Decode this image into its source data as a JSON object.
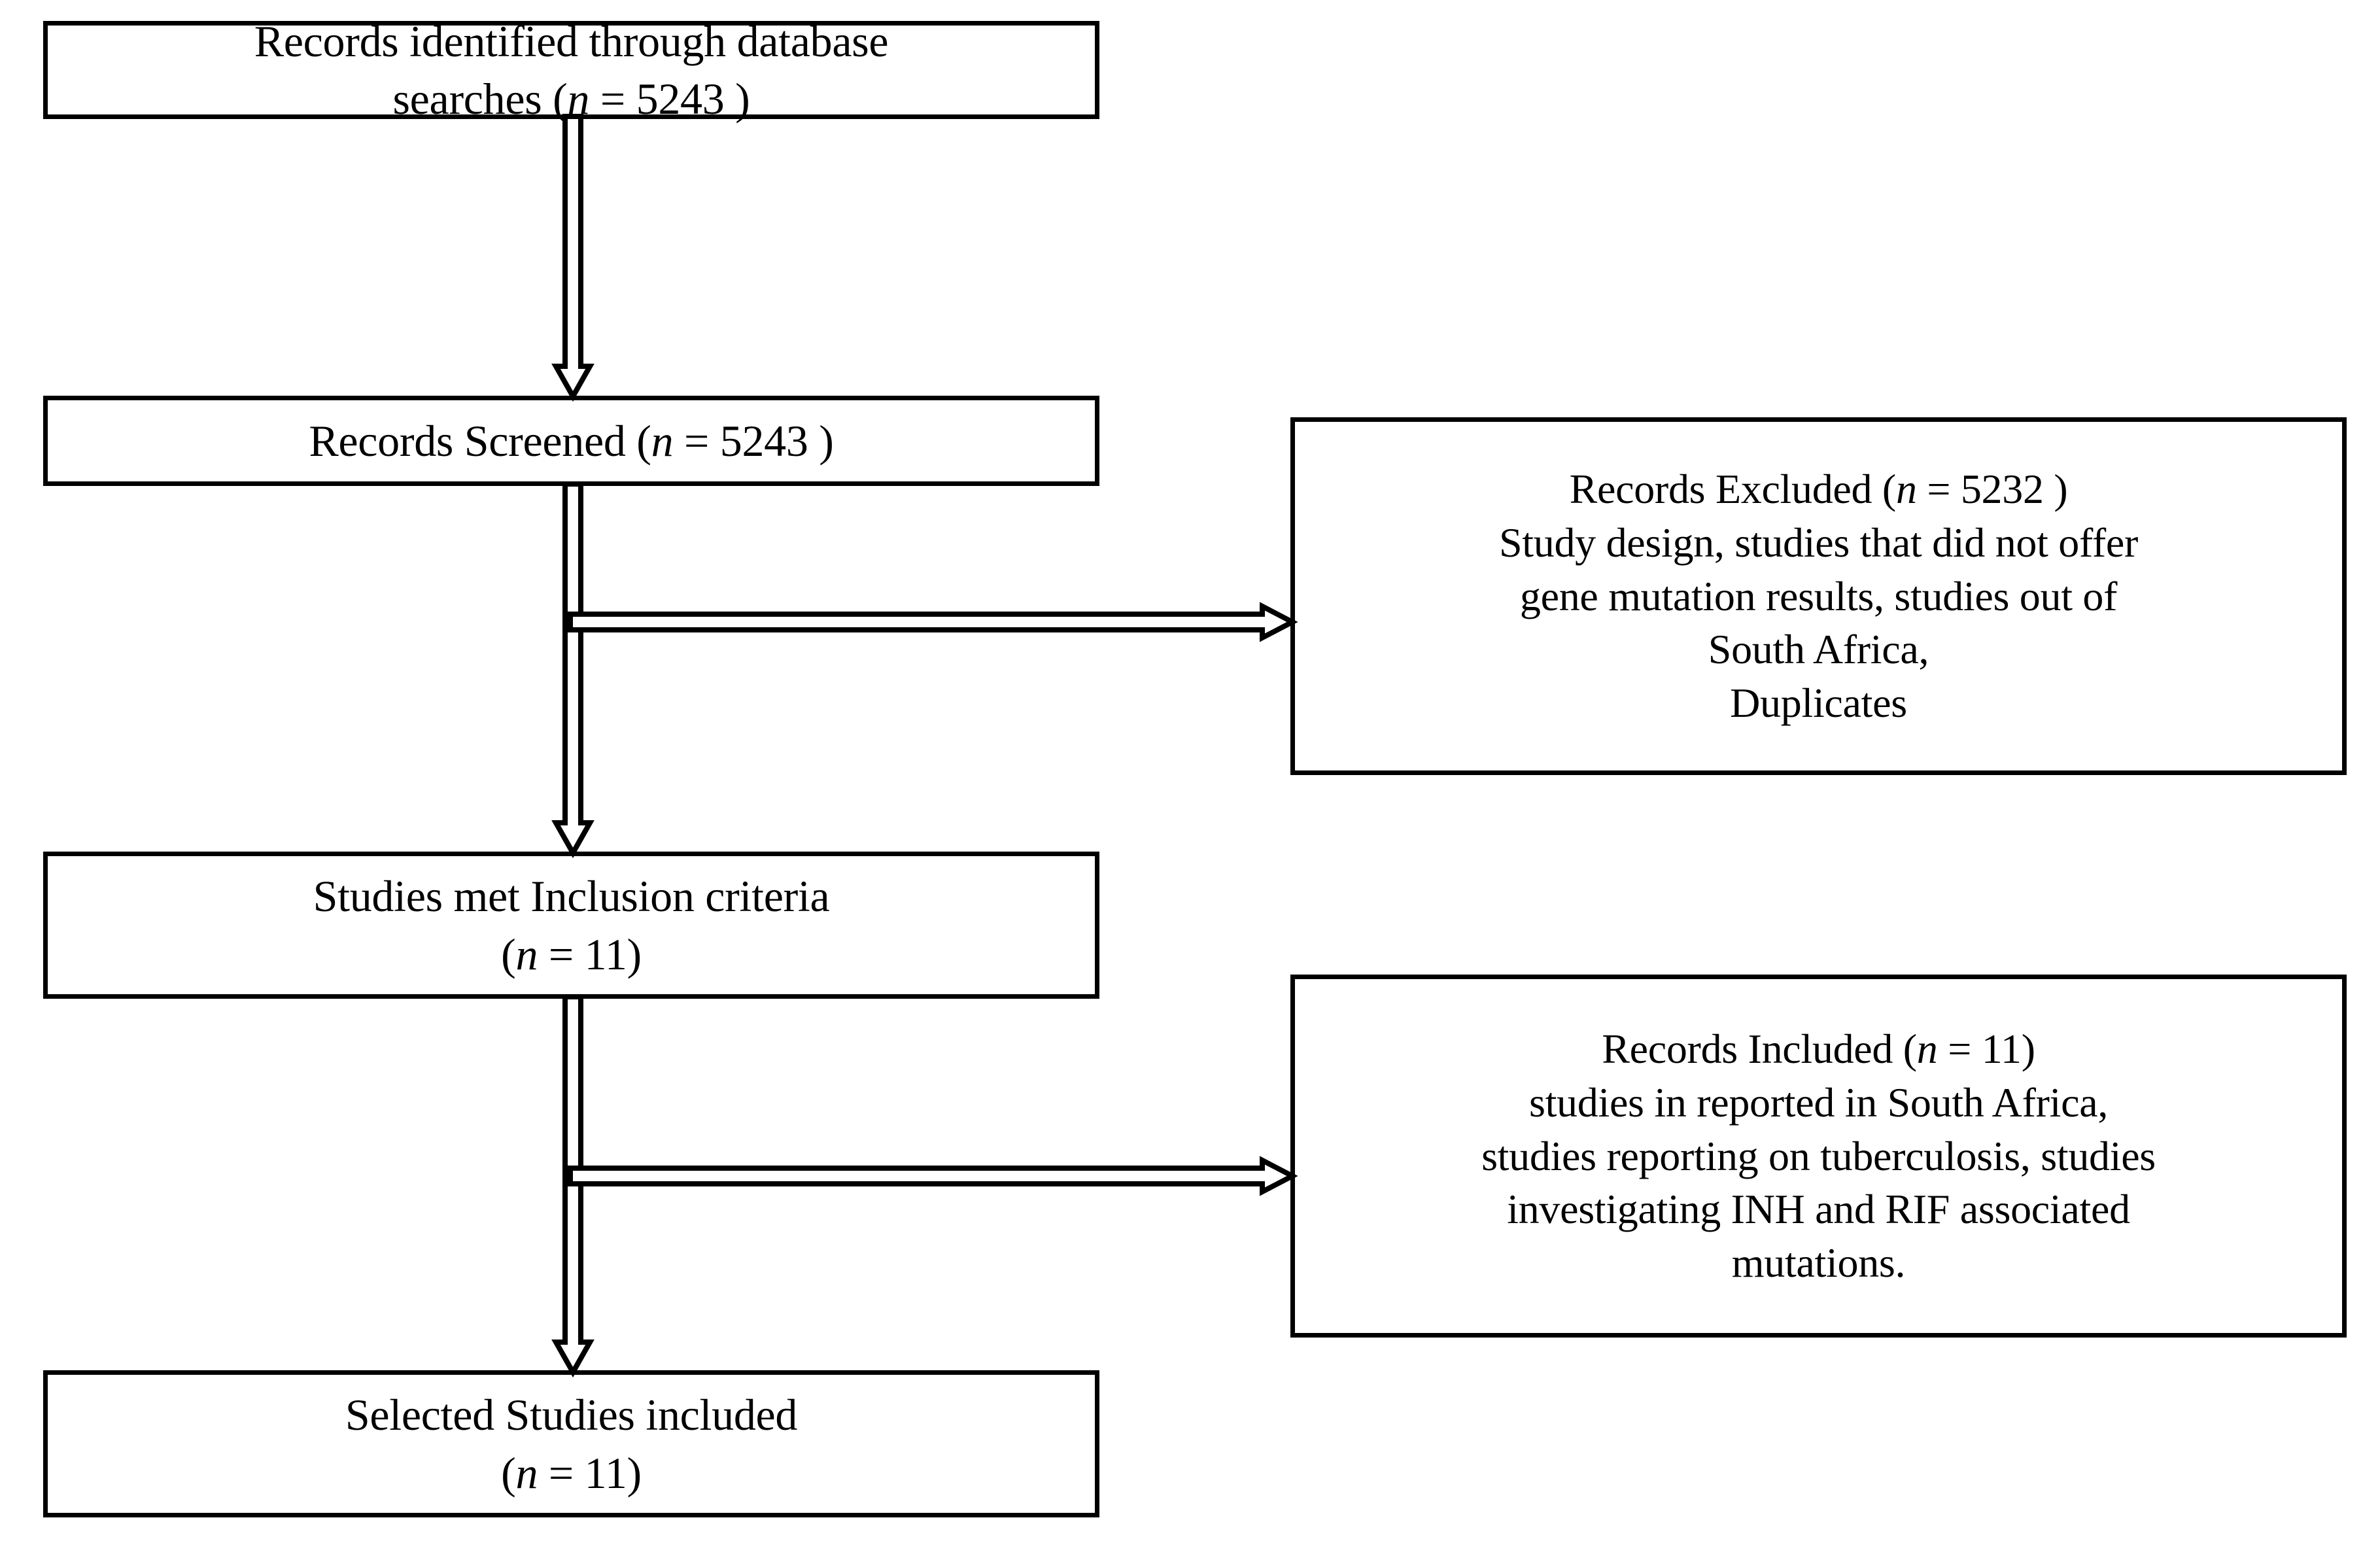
{
  "diagram": {
    "title": "PRISMA study selection flow diagram",
    "background_color": "#ffffff",
    "line_color": "#000000",
    "text_color": "#000000"
  },
  "nodes": {
    "identified": {
      "id": "records-identified",
      "line1": "Records identified through database",
      "line2_prefix": "searches (",
      "n_symbol": "n",
      "line2_suffix": " = 5243 )",
      "count": "5243"
    },
    "screened": {
      "id": "records-screened",
      "prefix": "Records Screened (",
      "n_symbol": "n",
      "suffix": " = 5243 )",
      "count": "5243"
    },
    "inclusion": {
      "id": "studies-met-inclusion-criteria",
      "line1": "Studies met Inclusion criteria",
      "line2_prefix": "(",
      "n_symbol": "n",
      "line2_suffix": " = 11)",
      "count": "11"
    },
    "selected": {
      "id": "selected-studies-included",
      "line1": "Selected Studies included",
      "line2_prefix": "(",
      "n_symbol": "n",
      "line2_suffix": " = 11)",
      "count": "11"
    },
    "excluded": {
      "id": "records-excluded",
      "heading_prefix": "Records Excluded (",
      "n_symbol": "n",
      "heading_suffix": " = 5232 )",
      "count": "5232",
      "body": "Study design, studies that did not offer\ngene mutation results, studies out of\nSouth Africa,\nDuplicates"
    },
    "included": {
      "id": "records-included",
      "heading_prefix": "Records Included (",
      "n_symbol": "n",
      "heading_suffix": " = 11)",
      "count": "11",
      "body": "studies in reported in South Africa,\nstudies reporting on tuberculosis, studies\ninvestigating INH and RIF associated\nmutations."
    }
  },
  "arrows": [
    {
      "id": "arrow-identified-to-screened",
      "direction": "down",
      "from": "identified",
      "to": "screened"
    },
    {
      "id": "arrow-screened-to-inclusion",
      "direction": "down",
      "from": "screened",
      "to": "inclusion"
    },
    {
      "id": "arrow-screened-to-excluded",
      "direction": "right",
      "from": "screened",
      "to": "excluded"
    },
    {
      "id": "arrow-inclusion-to-selected",
      "direction": "down",
      "from": "inclusion",
      "to": "selected"
    },
    {
      "id": "arrow-inclusion-to-included",
      "direction": "right",
      "from": "inclusion",
      "to": "included"
    }
  ]
}
